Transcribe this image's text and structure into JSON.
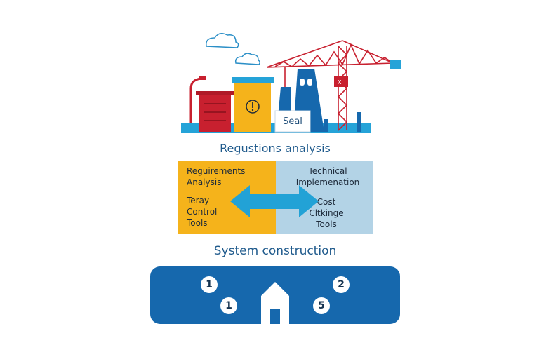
{
  "illustration": {
    "seal_label": "Seal"
  },
  "diagram": {
    "title": "Regustions analysis",
    "left_top_label": "Reguirements\nAnalysis",
    "left_bottom_label": "Teray\nControl\nTools",
    "right_top_label": "Technical\nImplemenation",
    "right_bottom_label": "Cost\nCltkinge\nTools",
    "bottom_title": "System construction"
  },
  "base": {
    "badges": [
      "1",
      "1",
      "2",
      "5"
    ]
  },
  "colors": {
    "blue": "#1668ad",
    "yellow": "#f5b31b",
    "light_blue": "#b3d3e6",
    "red": "#c8202f",
    "arrow": "#22a2d6"
  }
}
